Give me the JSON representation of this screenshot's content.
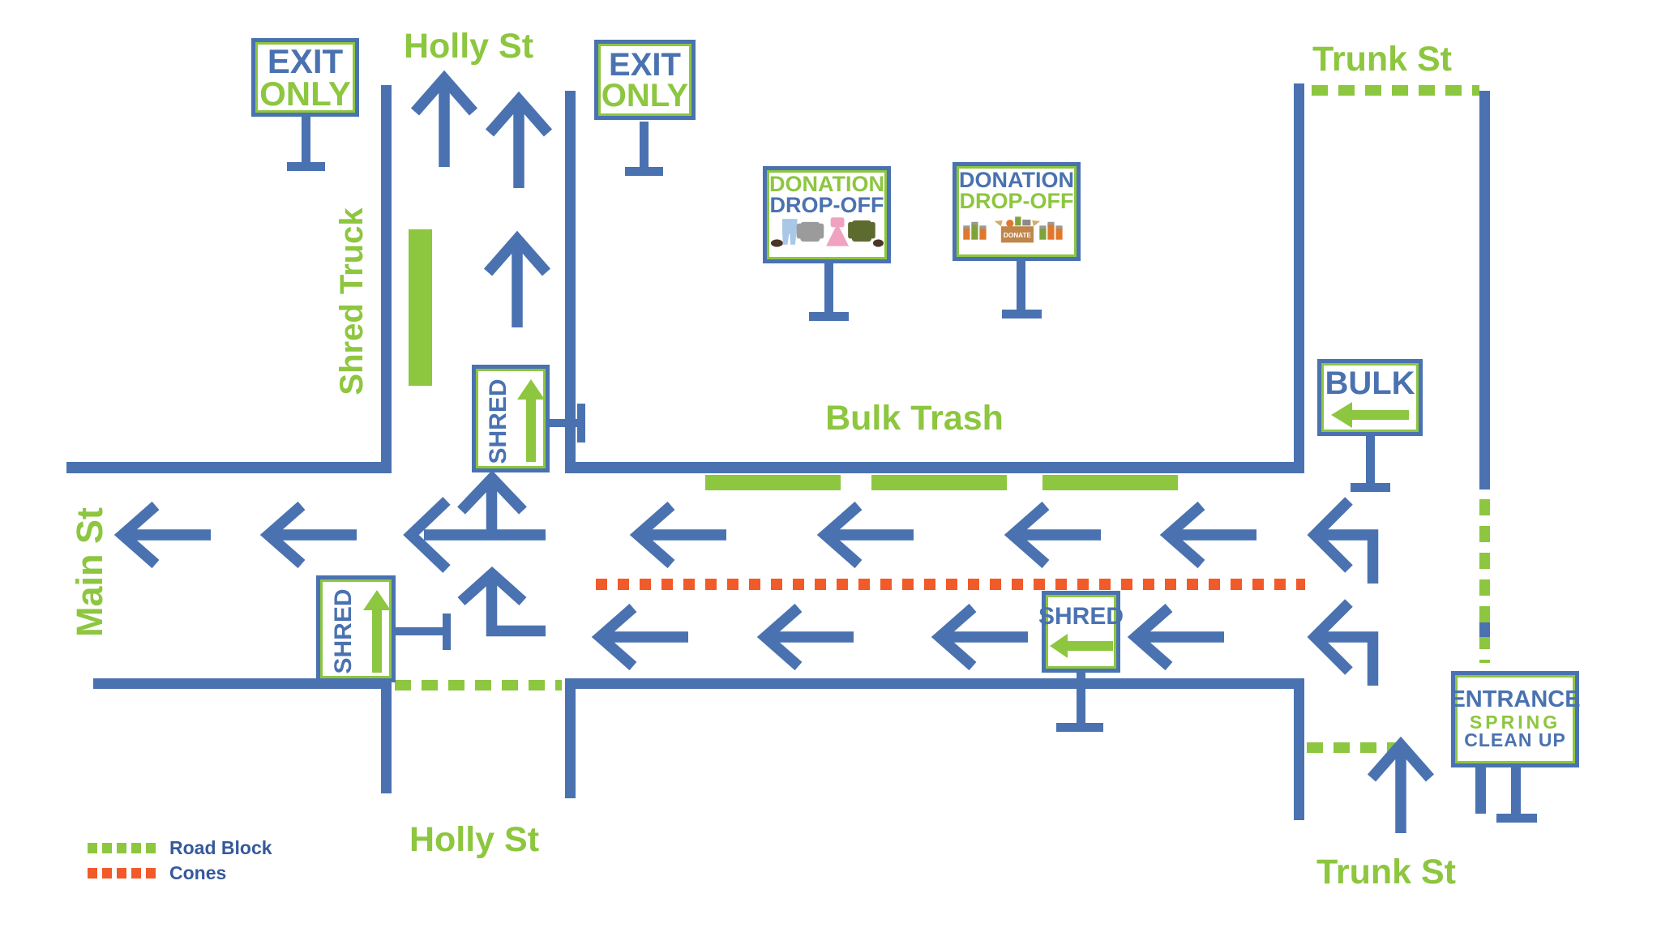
{
  "colors": {
    "blue": "#4a72b0",
    "green": "#8dc63f",
    "orange": "#f15a29",
    "background": "#ffffff"
  },
  "streets": {
    "holly_top": "Holly St",
    "holly_bottom": "Holly St",
    "main": "Main St",
    "trunk_top": "Trunk St",
    "trunk_bottom": "Trunk St"
  },
  "zones": {
    "shred_truck": "Shred Truck",
    "bulk_trash": "Bulk Trash"
  },
  "signs": {
    "exit_only_left": {
      "line1": "EXIT",
      "line2": "ONLY"
    },
    "exit_only_right": {
      "line1": "EXIT",
      "line2": "ONLY"
    },
    "donation_clothes": {
      "line1": "DONATION",
      "line2": "DROP-OFF"
    },
    "donation_food": {
      "line1": "DONATION",
      "line2": "DROP-OFF",
      "box_label": "DONATE"
    },
    "shred_holly": {
      "label": "SHRED"
    },
    "shred_main": {
      "label": "SHRED"
    },
    "shred_east": {
      "label": "SHRED"
    },
    "bulk": {
      "label": "BULK"
    },
    "entrance": {
      "line1": "ENTRANCE",
      "line2": "SPRING",
      "line3": "CLEAN UP"
    }
  },
  "legend": {
    "road_block": "Road Block",
    "cones": "Cones"
  }
}
